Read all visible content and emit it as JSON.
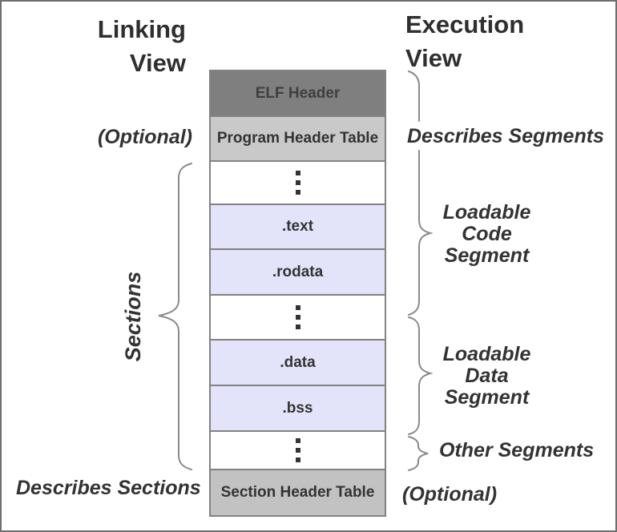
{
  "headings": {
    "linking": "Linking View",
    "execution": "Execution View"
  },
  "column": {
    "rows": [
      {
        "type": "elf-header",
        "label": "ELF Header"
      },
      {
        "type": "header-table",
        "label": "Program Header Table"
      },
      {
        "type": "ellipsis",
        "label": ""
      },
      {
        "type": "section",
        "label": ".text"
      },
      {
        "type": "section",
        "label": ".rodata"
      },
      {
        "type": "ellipsis",
        "label": ""
      },
      {
        "type": "section",
        "label": ".data"
      },
      {
        "type": "section",
        "label": ".bss"
      },
      {
        "type": "ellipsis",
        "label": ""
      },
      {
        "type": "header-table",
        "label": "Section Header Table"
      }
    ]
  },
  "left_labels": {
    "optional": "(Optional)",
    "sections": "Sections",
    "describes_sections": "Describes Sections"
  },
  "right_labels": {
    "describes_segments": "Describes Segments",
    "loadable_code": "Loadable Code Segment",
    "loadable_data": "Loadable Data Segment",
    "other_segments": "Other Segments",
    "optional": "(Optional)"
  },
  "colors": {
    "elf_header_bg": "#7f7f7f",
    "header_table_bg": "#c9c9c9",
    "section_header_table_bg": "#c2c2c2",
    "section_bg": "#e3e3f9",
    "box_border": "#828282",
    "brace": "#8a8a8a",
    "text_dark": "#333333",
    "outer_border": "#6e6e6e"
  }
}
